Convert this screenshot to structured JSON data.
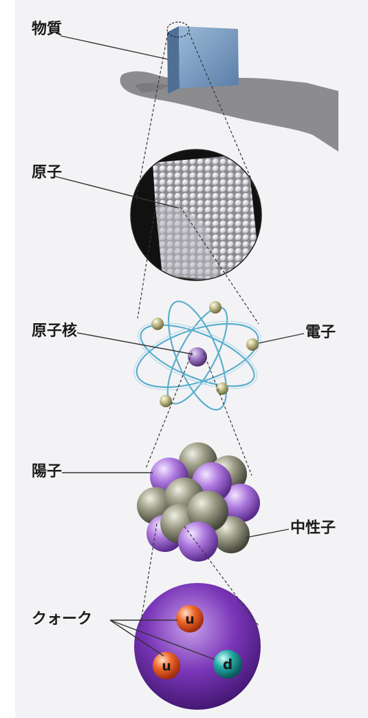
{
  "labels": {
    "matter": "物質",
    "atom": "原子",
    "nucleus": "原子核",
    "electron": "電子",
    "proton": "陽子",
    "neutron": "中性子",
    "quark": "クォーク"
  },
  "quarks": [
    "u",
    "u",
    "d"
  ],
  "colors": {
    "background": "#f3f3f5",
    "hand": "#8c8c8e",
    "cube": "#6f93bc",
    "proton": "#9a63c7",
    "neutron": "#85856f",
    "electron": "#b5b27a",
    "orbit": "#5aaecd",
    "quark_sphere": "#6b2fa0",
    "up_quark": "#e25520",
    "down_quark": "#1f9e9e"
  }
}
